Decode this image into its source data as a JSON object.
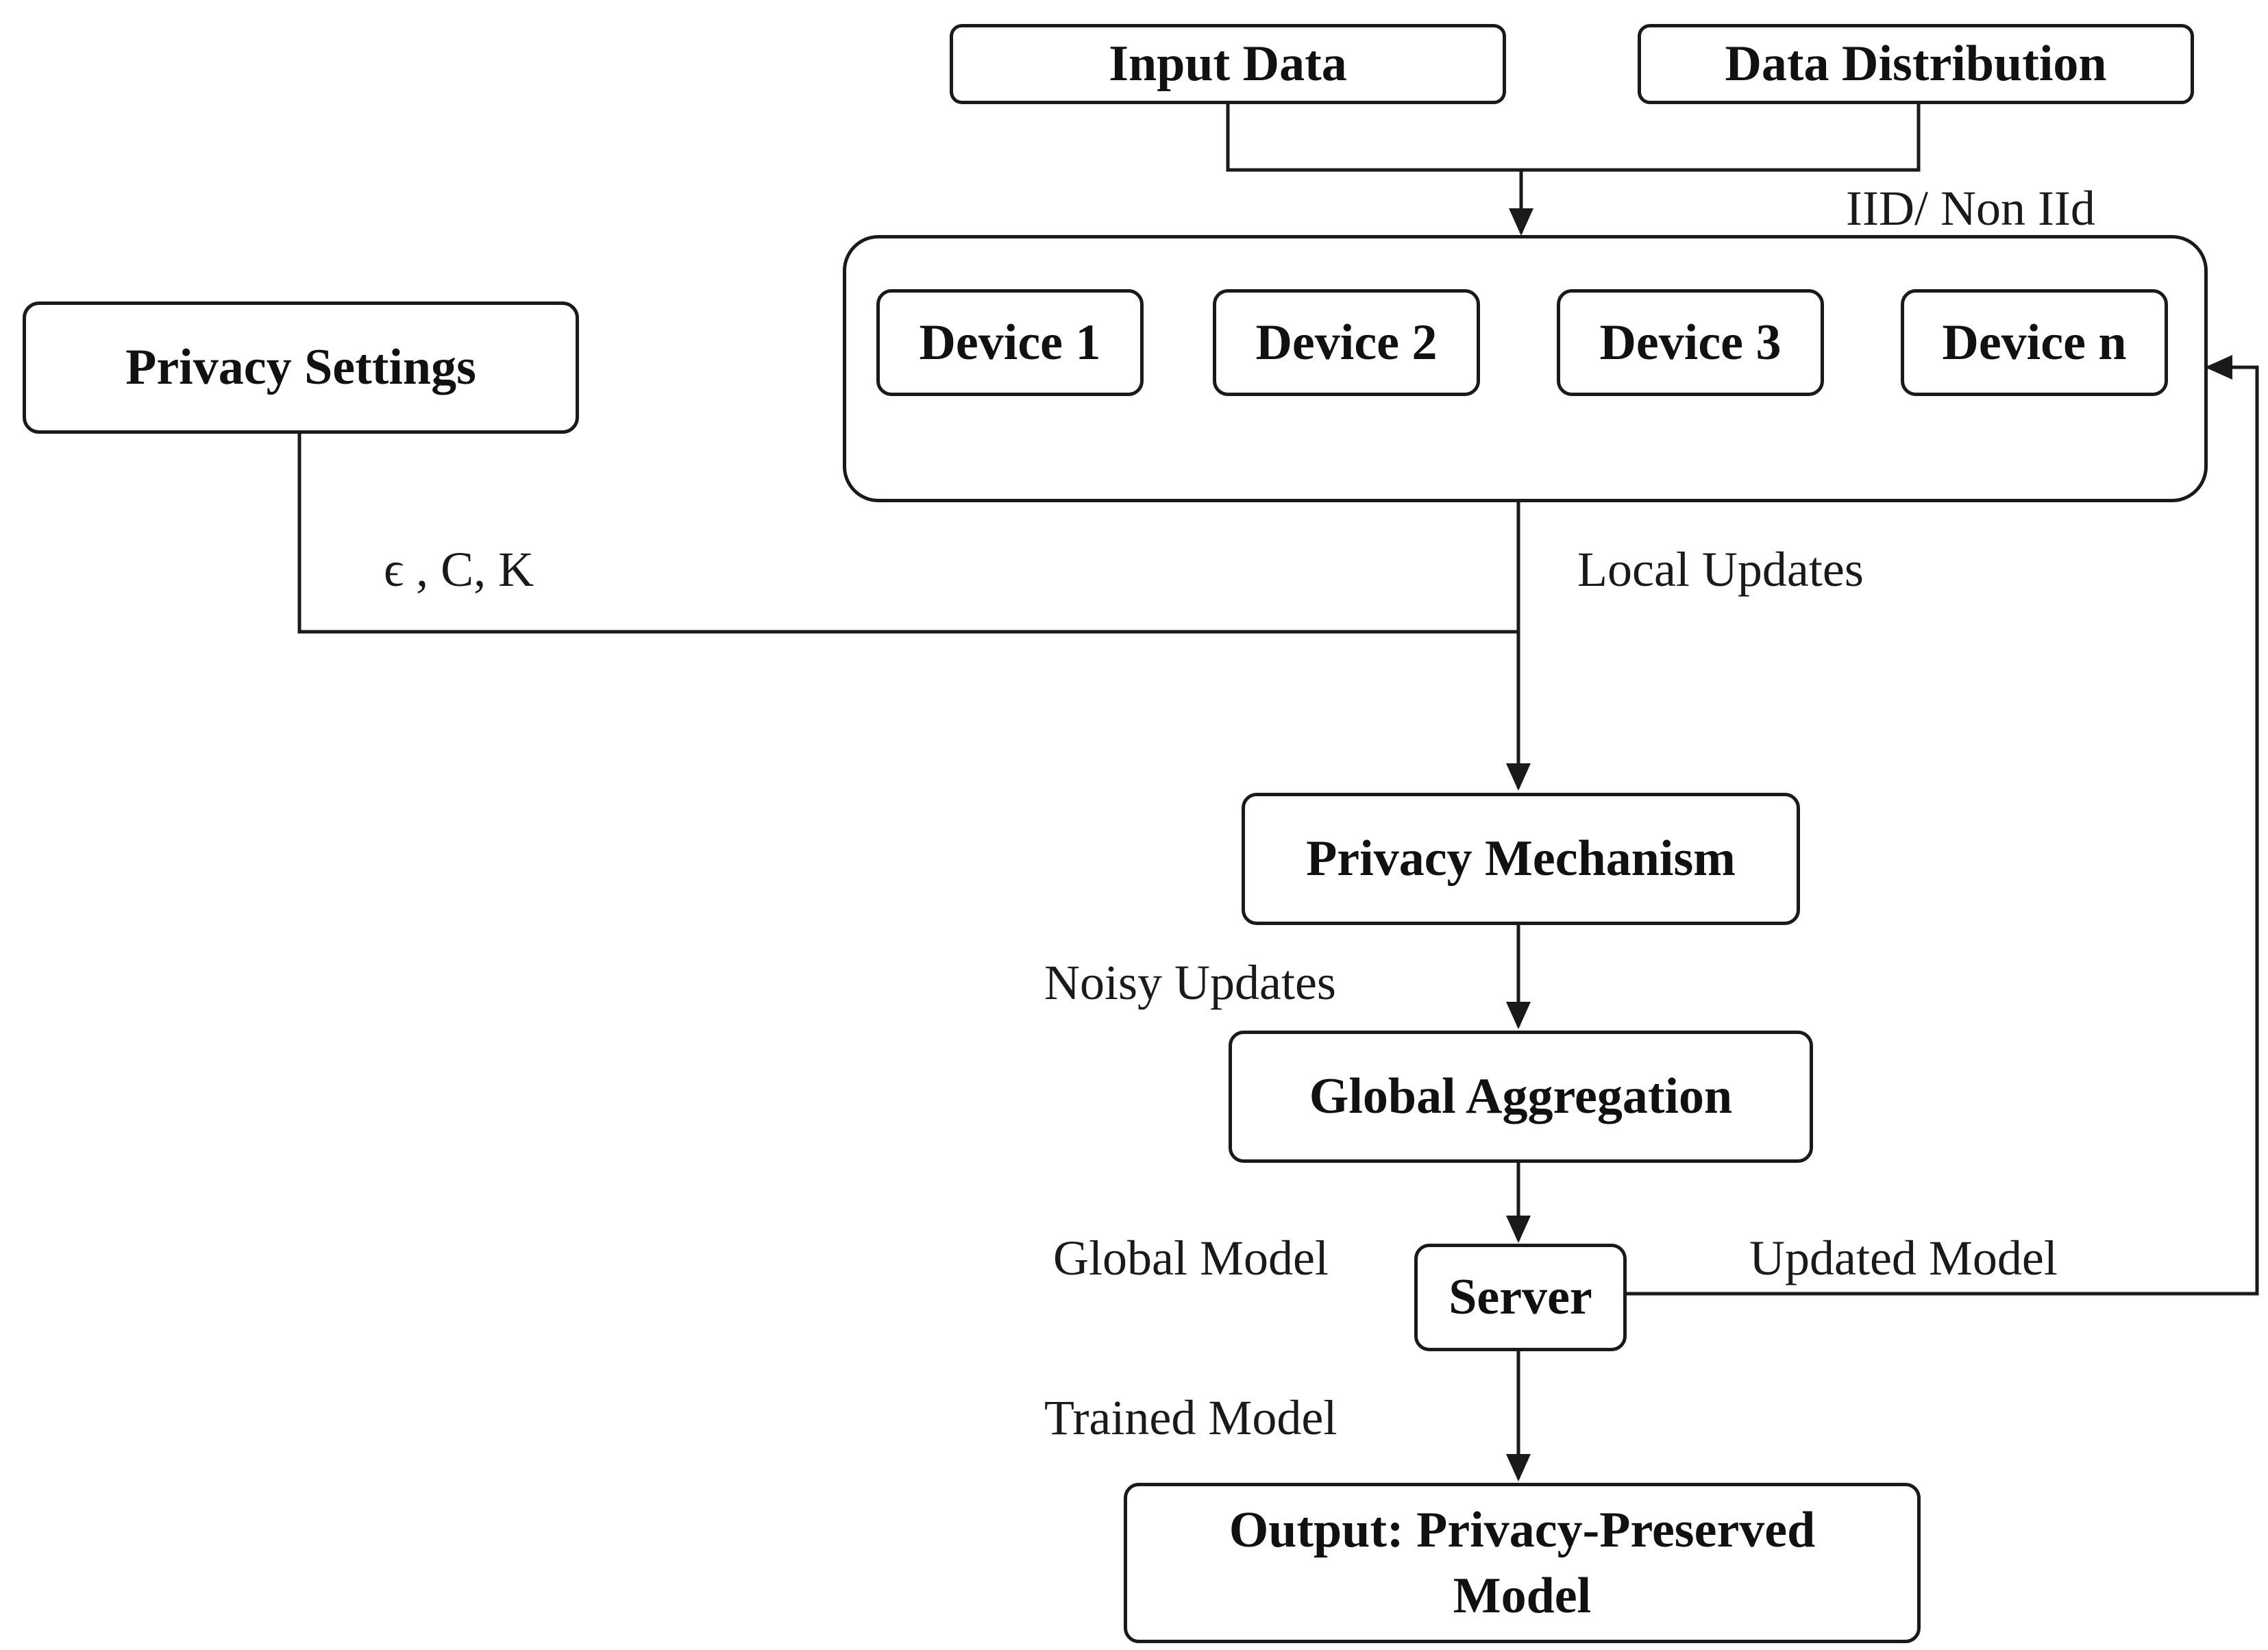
{
  "nodes": {
    "input_data": "Input Data",
    "data_distribution": "Data Distribution",
    "privacy_settings": "Privacy Settings",
    "device_1": "Device 1",
    "device_2": "Device 2",
    "device_3": "Device 3",
    "device_n": "Device n",
    "privacy_mechanism": "Privacy Mechanism",
    "global_aggregation": "Global Aggregation",
    "server": "Server",
    "output_line1": "Output: Privacy-Preserved",
    "output_line2": "Model"
  },
  "edge_labels": {
    "iid": "IID/ Non IId",
    "params": "ϵ , C, K",
    "local_updates": "Local Updates",
    "noisy_updates": "Noisy Updates",
    "global_model": "Global Model",
    "updated_model": "Updated Model",
    "trained_model": "Trained Model"
  }
}
